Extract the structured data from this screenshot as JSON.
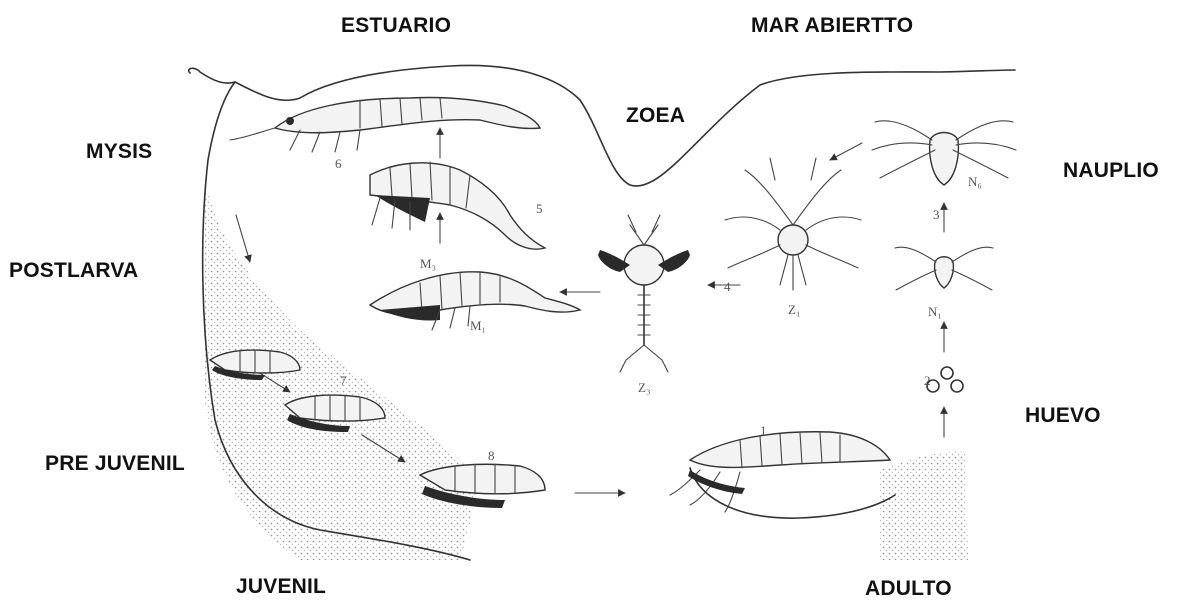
{
  "labels": {
    "estuario": "ESTUARIO",
    "mar_abierto": "MAR ABIERTTO",
    "zoea": "ZOEA",
    "mysis": "MYSIS",
    "nauplio": "NAUPLIO",
    "postlarva": "POSTLARVA",
    "huevo": "HUEVO",
    "pre_juvenil": "PRE JUVENIL",
    "juvenil": "JUVENIL",
    "adulto": "ADULTO"
  },
  "stage_numbers": {
    "n1": "1",
    "n2": "2",
    "n3": "3",
    "n4": "4",
    "n5": "5",
    "n6": "6",
    "n7": "7",
    "n8": "8"
  },
  "stage_codes": {
    "n1": "N₁",
    "n6": "N₆",
    "z1": "Z₁",
    "z3": "Z₃",
    "m1": "M₁",
    "m3": "M₃"
  },
  "colors": {
    "line": "#333333",
    "sediment": "#d9d9d9",
    "text": "#111111"
  }
}
